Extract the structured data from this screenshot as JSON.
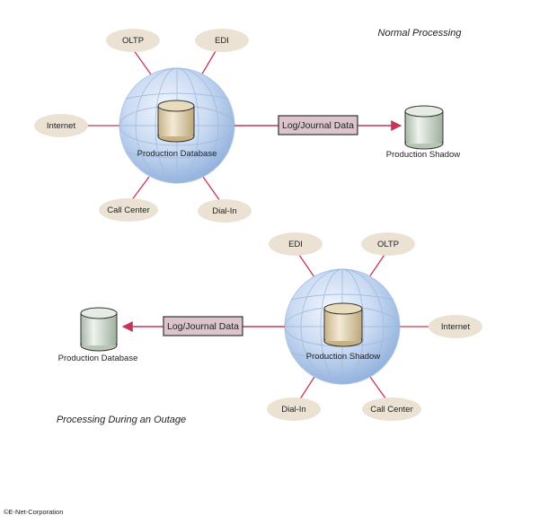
{
  "top": {
    "caption": "Normal Processing",
    "globe_label": "Production Database",
    "box_label": "Log/Journal Data",
    "target_label": "Production Shadow",
    "nodes": {
      "oltp": "OLTP",
      "edi": "EDI",
      "internet": "Internet",
      "call_center": "Call Center",
      "dial_in": "Dial-In"
    }
  },
  "bottom": {
    "caption": "Processing During an Outage",
    "globe_label": "Production Shadow",
    "box_label": "Log/Journal Data",
    "target_label": "Production Database",
    "nodes": {
      "edi": "EDI",
      "oltp": "OLTP",
      "internet": "Internet",
      "dial_in": "Dial-In",
      "call_center": "Call Center"
    }
  },
  "colors": {
    "connector": "#c4365a",
    "node_fill": "#ece2d3",
    "box_fill": "#dbc4cc",
    "globe_light": "#eef5ff",
    "globe_dark": "#9ab8e0",
    "cylinder": "#d7e4d6"
  },
  "copyright": "©E-Net-Corporation"
}
